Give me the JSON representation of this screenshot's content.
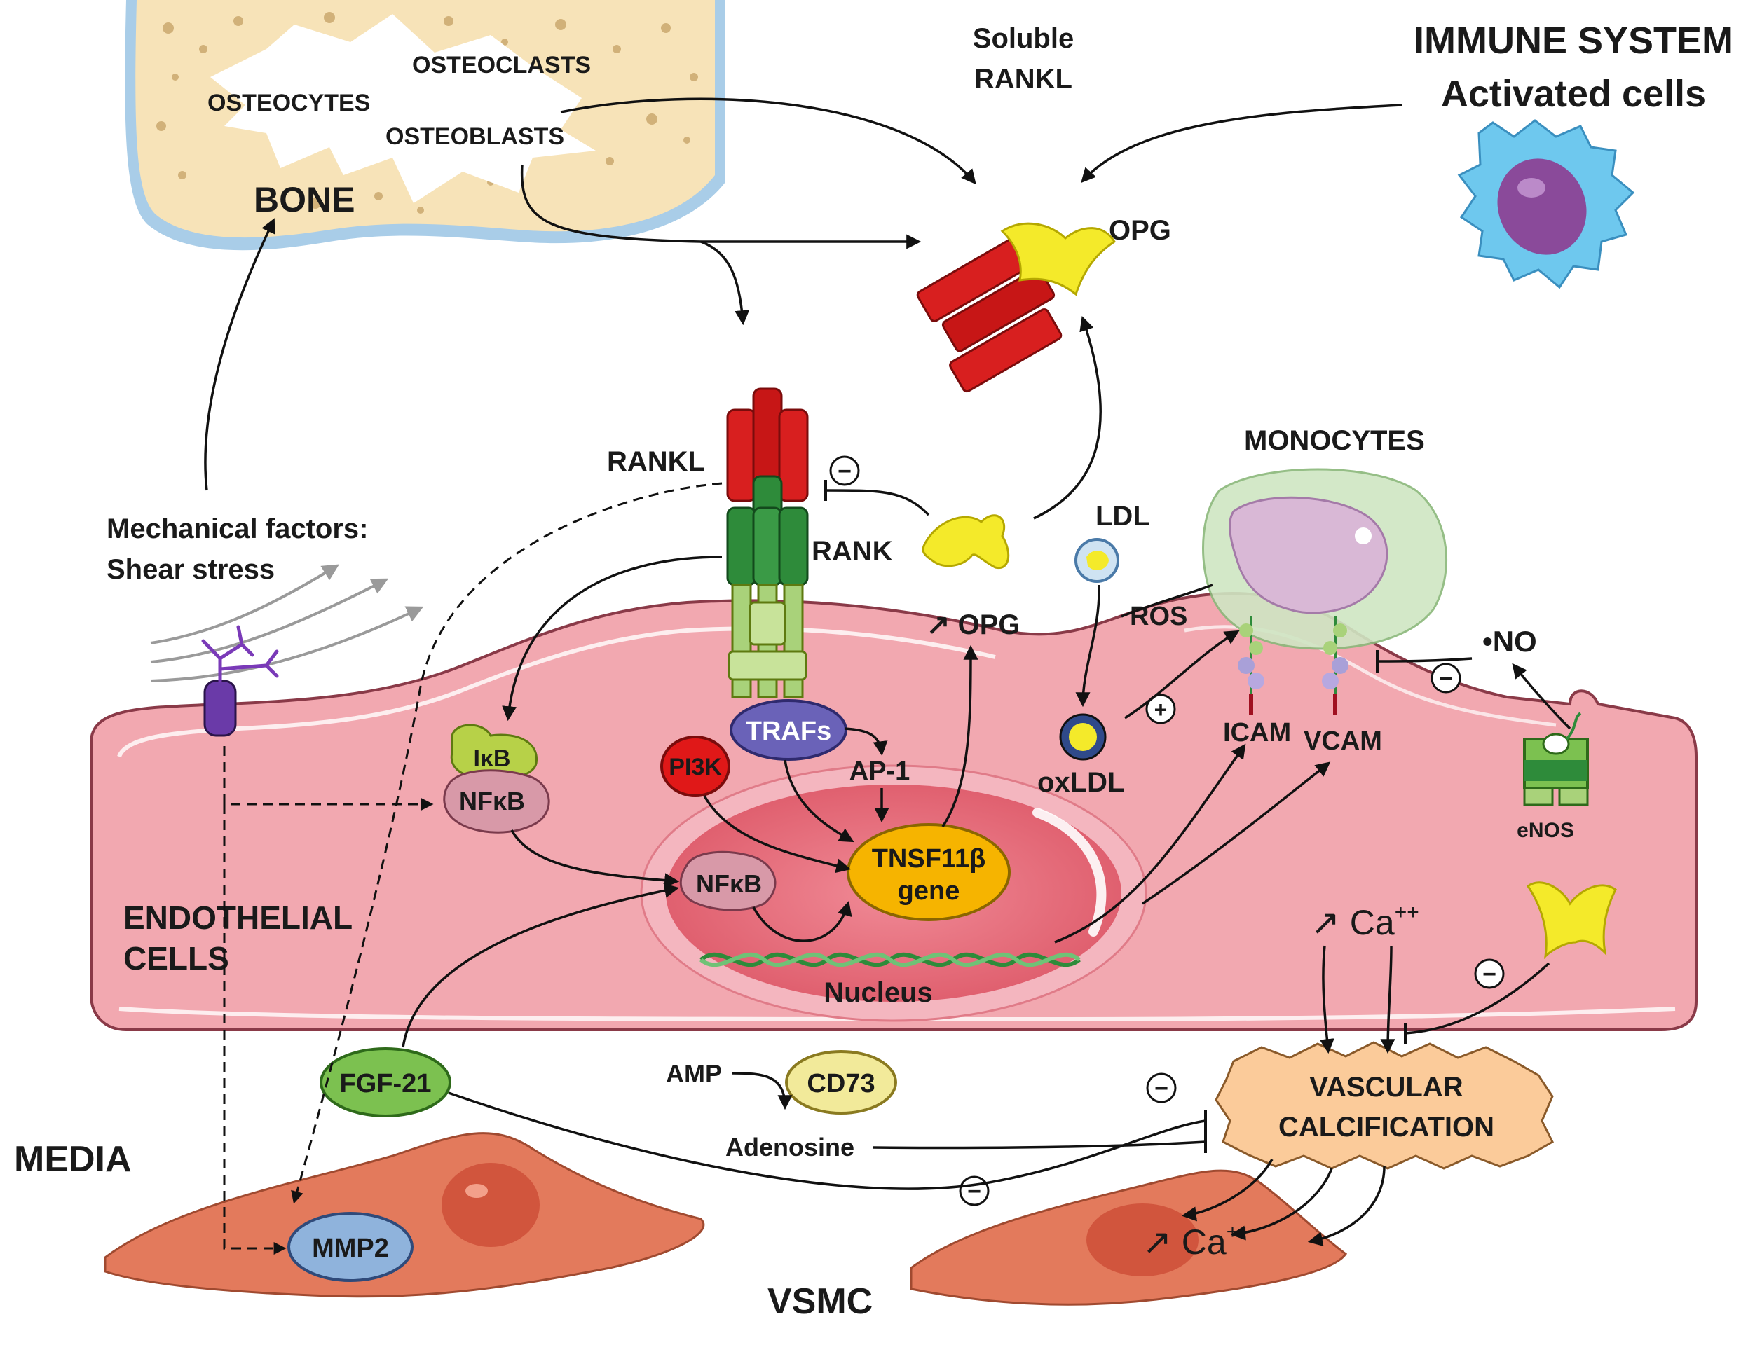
{
  "labels": {
    "osteocytes": "OSTEOCYTES",
    "osteoclasts": "OSTEOCLASTS",
    "osteoblasts": "OSTEOBLASTS",
    "bone": "BONE",
    "soluble": "Soluble",
    "rankl_small": "RANKL",
    "immune_line1": "IMMUNE SYSTEM",
    "immune_line2": "Activated cells",
    "opg_top": "OPG",
    "rankl": "RANKL",
    "rank": "RANK",
    "minus_sign": "−",
    "plus_sign": "+",
    "mech_line1": "Mechanical factors:",
    "mech_line2": "Shear stress",
    "ldl": "LDL",
    "monocytes": "MONOCYTES",
    "ros": "ROS",
    "opg_up": "↗ OPG",
    "no_label": "•NO",
    "traf": "TRAFs",
    "pi3k": "PI3K",
    "ap1": "AP-1",
    "ikb": "IκB",
    "nfkb_cyto": "NFκB",
    "nfkb_nuc": "NFκB",
    "tnsf_line1": "TNSF11β",
    "tnsf_line2": "gene",
    "nucleus": "Nucleus",
    "oxldl": "oxLDL",
    "icam": "ICAM",
    "vcam": "VCAM",
    "enos": "eNOS",
    "endo_line1": "ENDOTHELIAL",
    "endo_line2": "CELLS",
    "ca_up": "↗ Ca",
    "ca_sup": "++",
    "fgf21": "FGF-21",
    "amp": "AMP",
    "cd73": "CD73",
    "adenosine": "Adenosine",
    "vasc_line1": "VASCULAR",
    "vasc_line2": "CALCIFICATION",
    "media": "MEDIA",
    "mmp2": "MMP2",
    "vsmc": "VSMC",
    "ca_vsmc": "↗ Ca",
    "ca_vsmc_sup": "++"
  },
  "colors": {
    "bone_fill": "#f7e3b8",
    "bone_edge": "#a9cde8",
    "endothelial": "#f2a8b0",
    "nucleus": "#e8707e",
    "rankl_red": "#d81f1f",
    "rank_green": "#2e8b3a",
    "opg_yellow": "#f4ea2a",
    "traf_purple": "#6a62b8",
    "pi3k_red": "#e01818",
    "gene_orange": "#f6b400",
    "vsmc": "#e37a5c",
    "fgf_green": "#7cc150",
    "cd73_yellow": "#f2ea9a",
    "mmp_blue": "#8fb3dc",
    "calcification": "#fbcb9a",
    "monocyte": "#cfe6c3",
    "immune_cell": "#6ec8ee"
  }
}
